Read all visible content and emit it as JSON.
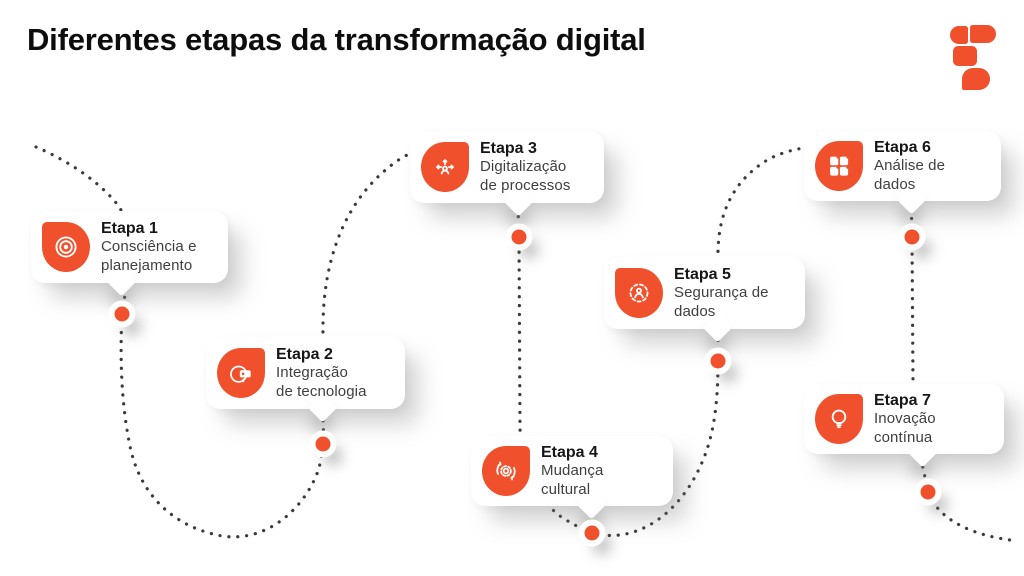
{
  "header": {
    "title": "Diferentes etapas da transformação digital"
  },
  "logo": {
    "name": "brand-f-logo",
    "color": "#F0512C"
  },
  "colors": {
    "accent_orange": "#F0512C",
    "title_text": "#0D0D0D",
    "label_text": "#161616",
    "body_text": "#3F3F3F",
    "path_dot": "#3A3A3A",
    "card_background": "#FFFFFF"
  },
  "diagram": {
    "type": "winding-dotted-timeline",
    "stages": [
      {
        "label": "Etapa 1",
        "description": "Consciência e\nplanejamento",
        "icon": "target-icon"
      },
      {
        "label": "Etapa 2",
        "description": "Integração\nde tecnologia",
        "icon": "vr-headset-icon"
      },
      {
        "label": "Etapa 3",
        "description": "Digitalização\nde processos",
        "icon": "person-arrows-icon"
      },
      {
        "label": "Etapa 4",
        "description": "Mudança\ncultural",
        "icon": "gear-sync-icon"
      },
      {
        "label": "Etapa 5",
        "description": "Segurança de\ndados",
        "icon": "gear-person-icon"
      },
      {
        "label": "Etapa 6",
        "description": "Análise de\ndados",
        "icon": "documents-grid-icon"
      },
      {
        "label": "Etapa 7",
        "description": "Inovação\ncontínua",
        "icon": "lightbulb-icon"
      }
    ]
  }
}
